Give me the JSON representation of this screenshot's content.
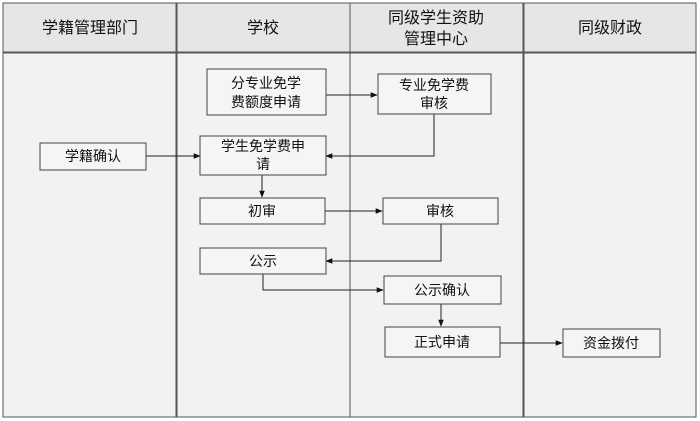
{
  "lanes": [
    {
      "id": "registrar",
      "header": "学籍管理部门"
    },
    {
      "id": "school",
      "header": "学校"
    },
    {
      "id": "aid-center",
      "header_lines": [
        "同级学生资助",
        "管理中心"
      ]
    },
    {
      "id": "finance",
      "header": "同级财政"
    }
  ],
  "nodes": {
    "quota_apply": [
      "分专业免学",
      "费额度申请"
    ],
    "major_review": [
      "专业免学费",
      "审核"
    ],
    "student_apply": [
      "学生免学费申",
      "请"
    ],
    "status_confirm": "学籍确认",
    "first_review": "初审",
    "review": "审核",
    "publicity": "公示",
    "publicity_confirm": "公示确认",
    "formal_apply": "正式申请",
    "fund_allocation": "资金拨付"
  },
  "edges": [
    {
      "from": "quota_apply",
      "to": "major_review"
    },
    {
      "from": "major_review",
      "to": "student_apply"
    },
    {
      "from": "status_confirm",
      "to": "student_apply"
    },
    {
      "from": "student_apply",
      "to": "first_review"
    },
    {
      "from": "first_review",
      "to": "review"
    },
    {
      "from": "review",
      "to": "publicity"
    },
    {
      "from": "publicity",
      "to": "publicity_confirm"
    },
    {
      "from": "publicity_confirm",
      "to": "formal_apply"
    },
    {
      "from": "formal_apply",
      "to": "fund_allocation"
    }
  ],
  "colors": {
    "header_fill": "#e6e6e6",
    "lane_fill": "#f2f2f2",
    "node_fill": "#f5f5f5",
    "line": "#222222"
  }
}
